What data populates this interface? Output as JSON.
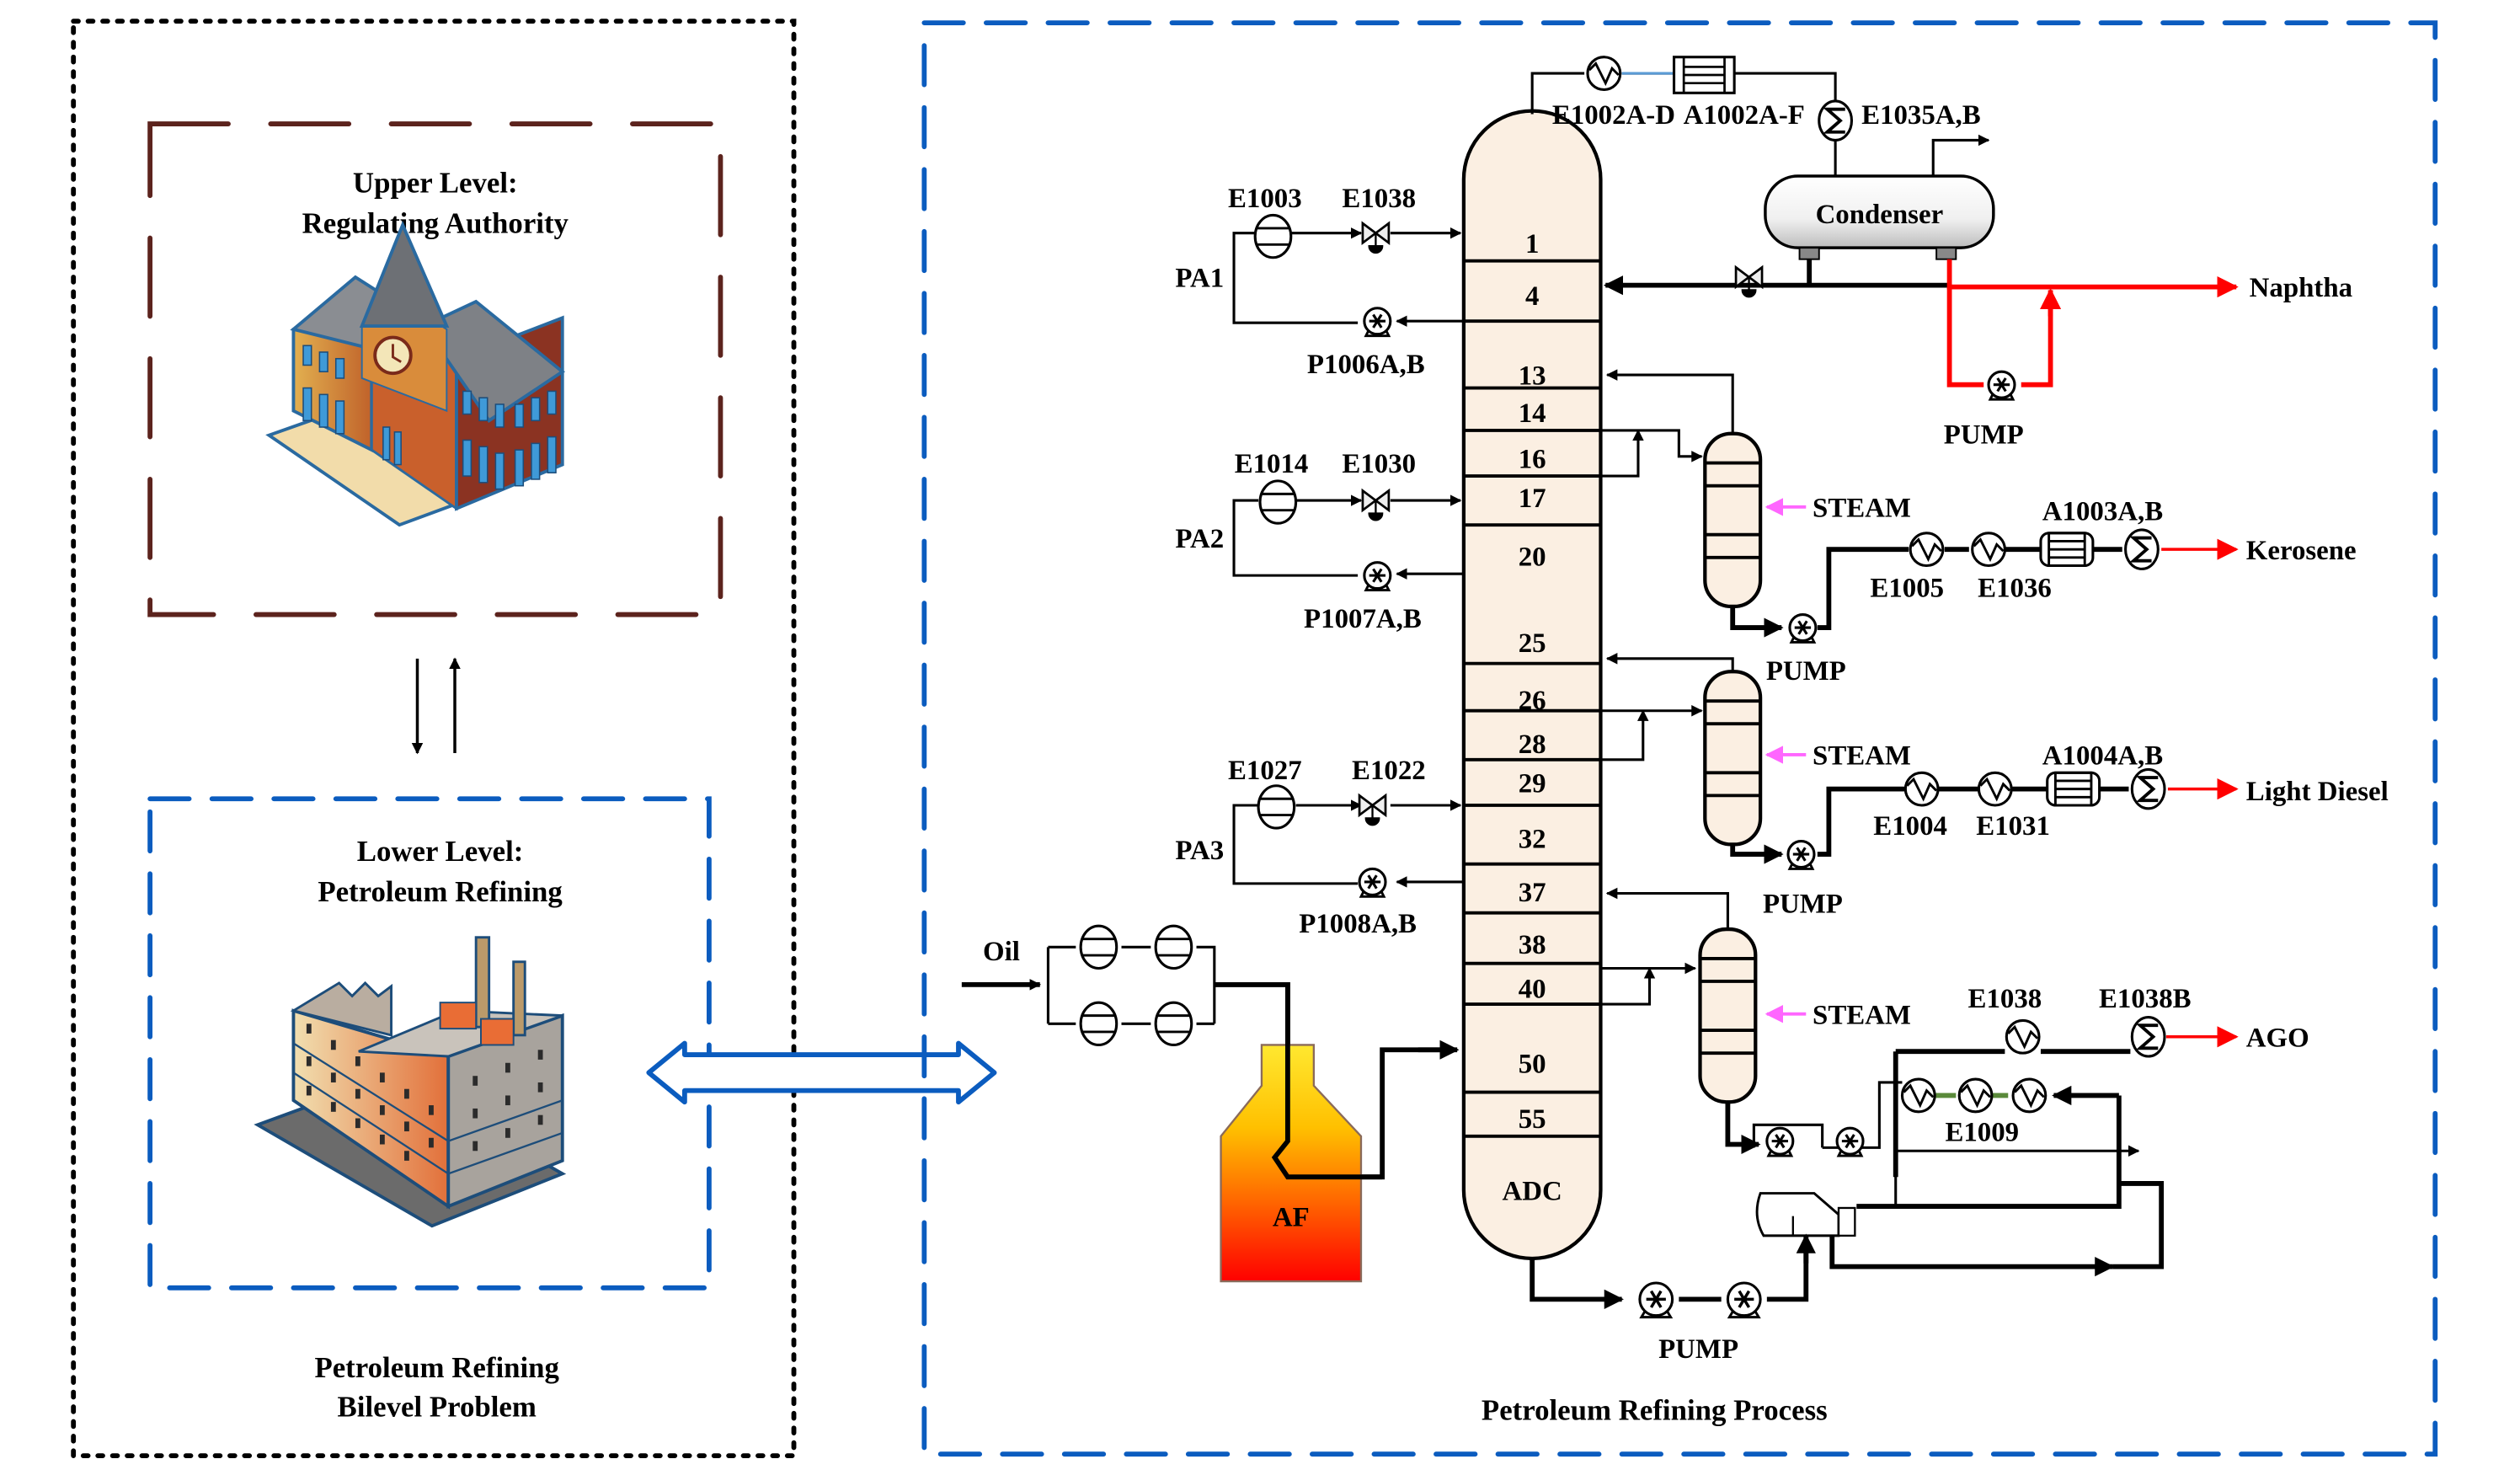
{
  "left_panel": {
    "upper_level": {
      "line1": "Upper Level:",
      "line2": "Regulating Authority",
      "icon": "government-building-icon"
    },
    "lower_level": {
      "line1": "Lower Level:",
      "line2": "Petroleum Refining",
      "icon": "factory-icon"
    },
    "caption_line1": "Petroleum Refining",
    "caption_line2": "Bilevel Problem"
  },
  "right_panel": {
    "caption": "Petroleum Refining Process",
    "column": {
      "name": "ADC",
      "trays": [
        "1",
        "4",
        "13",
        "14",
        "16",
        "17",
        "20",
        "25",
        "26",
        "28",
        "29",
        "32",
        "37",
        "38",
        "40",
        "50",
        "55"
      ]
    },
    "furnace": "AF",
    "feed": "Oil",
    "overhead": {
      "exchanger": "E1002A-D",
      "air_cooler": "A1002A-F",
      "trim_cooler": "E1035A,B",
      "drum": "Condenser",
      "pump": "PUMP",
      "product": "Naphtha"
    },
    "pumparounds": [
      {
        "name": "PA1",
        "exchanger": "E1003",
        "valve": "E1038",
        "pump": "P1006A,B"
      },
      {
        "name": "PA2",
        "exchanger": "E1014",
        "valve": "E1030",
        "pump": "P1007A,B"
      },
      {
        "name": "PA3",
        "exchanger": "E1027",
        "valve": "E1022",
        "pump": "P1008A,B"
      }
    ],
    "side_streams": [
      {
        "steam": "STEAM",
        "pump": "PUMP",
        "exchangers": [
          "E1005",
          "E1036"
        ],
        "air_cooler": "A1003A,B",
        "product": "Kerosene"
      },
      {
        "steam": "STEAM",
        "pump": "PUMP",
        "exchangers": [
          "E1004",
          "E1031"
        ],
        "air_cooler": "A1004A,B",
        "product": "Light Diesel"
      },
      {
        "steam": "STEAM",
        "exchangers": [
          "E1038",
          "E1038B"
        ],
        "exchanger_train": "E1009",
        "product": "AGO"
      }
    ],
    "bottoms_pump": "PUMP"
  },
  "colors": {
    "blue_dash": "#0B5CBF",
    "brown_dash": "#5C231D",
    "product_line": "#FF0000",
    "steam_line": "#FF66FF",
    "column_fill": "#FBEFE2"
  }
}
